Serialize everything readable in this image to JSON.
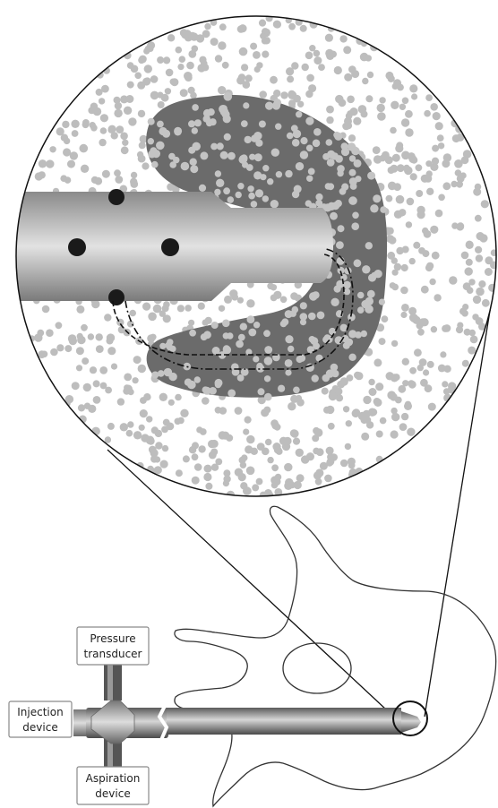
{
  "labels": {
    "pressure_line1": "Pressure",
    "pressure_line2": "transducer",
    "injection_line1": "Injection",
    "injection_line2": "device",
    "aspiration_line1": "Aspiration",
    "aspiration_line2": "device"
  },
  "colors": {
    "tissue_particle": "#bdbdbd",
    "dense_region": "#6b6b6b",
    "dense_particle": "#c4c4c4",
    "needle_dark": "#7a7a7a",
    "needle_light": "#e0e0e0",
    "outline": "#111111"
  },
  "icons": {
    "needle": "needle-shaft",
    "side_port": "side-port-hole",
    "magnifier": "magnification-circle"
  }
}
